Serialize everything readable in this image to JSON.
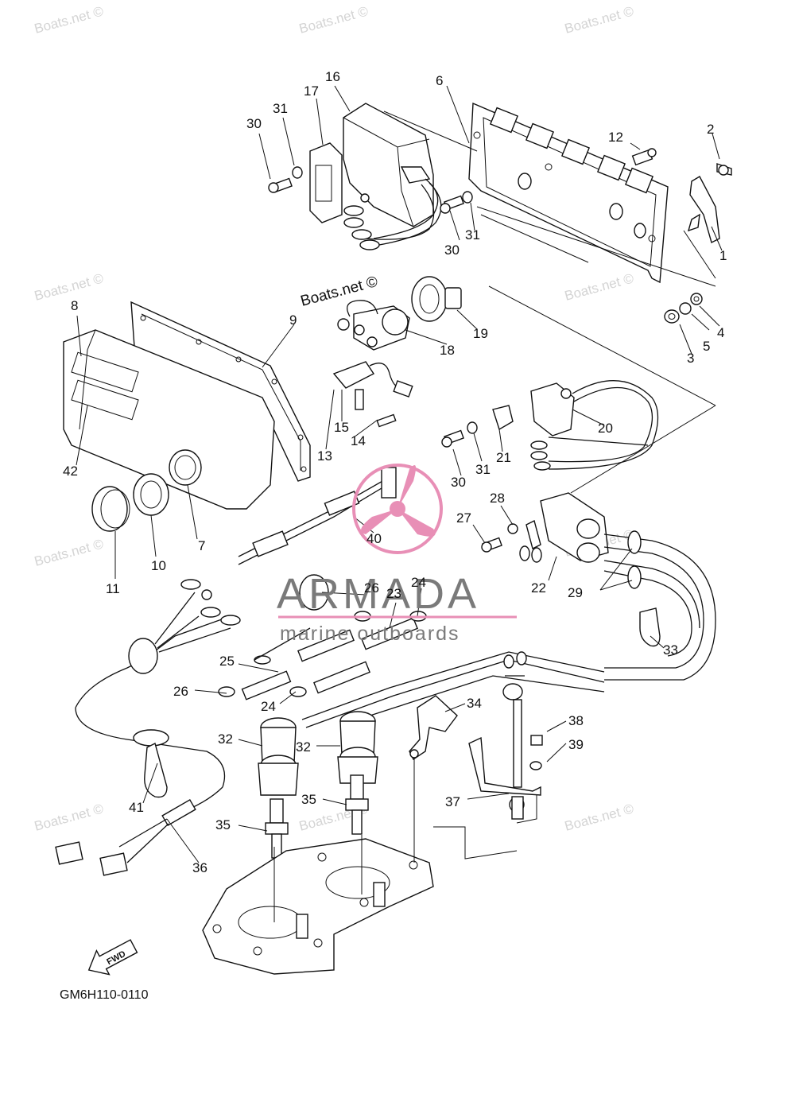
{
  "diagram": {
    "code": "GM6H110-0110",
    "fwd_label": "FWD",
    "watermark": "Boats.net ©",
    "brand": {
      "name": "ARMADA",
      "tagline": "marine outboards",
      "accent": "#e88fb6",
      "gray": "#7a7a7a"
    },
    "part_numbers": [
      "1",
      "2",
      "3",
      "4",
      "5",
      "6",
      "7",
      "8",
      "9",
      "10",
      "11",
      "12",
      "13",
      "14",
      "15",
      "16",
      "17",
      "18",
      "19",
      "20",
      "21",
      "22",
      "23",
      "24",
      "25",
      "26",
      "27",
      "28",
      "29",
      "30",
      "31",
      "32",
      "33",
      "34",
      "35",
      "36",
      "37",
      "38",
      "39",
      "40",
      "41",
      "42"
    ],
    "labels": [
      {
        "id": "l16",
        "text": "16"
      },
      {
        "id": "l17",
        "text": "17"
      },
      {
        "id": "l31a",
        "text": "31"
      },
      {
        "id": "l30a",
        "text": "30"
      },
      {
        "id": "l6",
        "text": "6"
      },
      {
        "id": "l12",
        "text": "12"
      },
      {
        "id": "l2",
        "text": "2"
      },
      {
        "id": "l1",
        "text": "1"
      },
      {
        "id": "l30b",
        "text": "30"
      },
      {
        "id": "l31b",
        "text": "31"
      },
      {
        "id": "l19",
        "text": "19"
      },
      {
        "id": "l18",
        "text": "18"
      },
      {
        "id": "l4",
        "text": "4"
      },
      {
        "id": "l5",
        "text": "5"
      },
      {
        "id": "l3",
        "text": "3"
      },
      {
        "id": "l8",
        "text": "8"
      },
      {
        "id": "l9",
        "text": "9"
      },
      {
        "id": "l42",
        "text": "42"
      },
      {
        "id": "l15",
        "text": "15"
      },
      {
        "id": "l14",
        "text": "14"
      },
      {
        "id": "l13",
        "text": "13"
      },
      {
        "id": "l20",
        "text": "20"
      },
      {
        "id": "l21",
        "text": "21"
      },
      {
        "id": "l31c",
        "text": "31"
      },
      {
        "id": "l30c",
        "text": "30"
      },
      {
        "id": "l7",
        "text": "7"
      },
      {
        "id": "l10",
        "text": "10"
      },
      {
        "id": "l11",
        "text": "11"
      },
      {
        "id": "l40",
        "text": "40"
      },
      {
        "id": "l28",
        "text": "28"
      },
      {
        "id": "l27",
        "text": "27"
      },
      {
        "id": "l22",
        "text": "22"
      },
      {
        "id": "l29",
        "text": "29"
      },
      {
        "id": "l26a",
        "text": "26"
      },
      {
        "id": "l23",
        "text": "23"
      },
      {
        "id": "l24a",
        "text": "24"
      },
      {
        "id": "l25",
        "text": "25"
      },
      {
        "id": "l26b",
        "text": "26"
      },
      {
        "id": "l24b",
        "text": "24"
      },
      {
        "id": "l33",
        "text": "33"
      },
      {
        "id": "l34",
        "text": "34"
      },
      {
        "id": "l32a",
        "text": "32"
      },
      {
        "id": "l32b",
        "text": "32"
      },
      {
        "id": "l38",
        "text": "38"
      },
      {
        "id": "l39",
        "text": "39"
      },
      {
        "id": "l41",
        "text": "41"
      },
      {
        "id": "l35a",
        "text": "35"
      },
      {
        "id": "l35b",
        "text": "35"
      },
      {
        "id": "l37",
        "text": "37"
      },
      {
        "id": "l36",
        "text": "36"
      }
    ]
  }
}
